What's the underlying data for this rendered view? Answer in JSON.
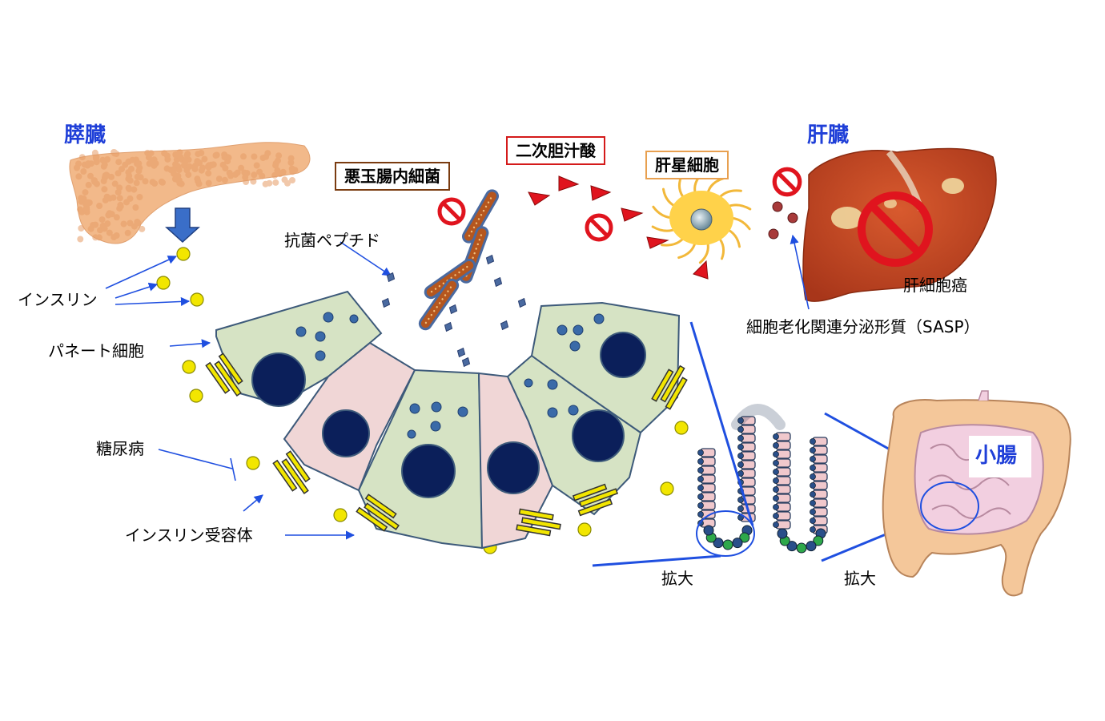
{
  "organs": {
    "pancreas": "膵臓",
    "liver": "肝臓",
    "small_intestine": "小腸"
  },
  "labels": {
    "insulin": "インスリン",
    "paneth_cell": "パネート細胞",
    "diabetes": "糖尿病",
    "insulin_receptor": "インスリン受容体",
    "antimicrobial_peptide": "抗菌ペプチド",
    "bad_bacteria": "悪玉腸内細菌",
    "secondary_bile_acid": "二次胆汁酸",
    "hepatic_stellate_cell": "肝星細胞",
    "hcc": "肝細胞癌",
    "sasp": "細胞老化関連分泌形質（SASP）",
    "enlarge_1": "拡大",
    "enlarge_2": "拡大"
  },
  "colors": {
    "organ_label": "#1f3fd8",
    "arrow_blue": "#1f4fe0",
    "paneth_cell_fill": "#d6e3c4",
    "enterocyte_fill": "#f0d6d6",
    "nucleus": "#0b1f5a",
    "granule": "#3a6aa8",
    "insulin": "#f2e600",
    "receptor": "#f2e600",
    "bacteria": "#b5561e",
    "bile_acid": "#e0141e",
    "stellate_cell": "#ffd24a",
    "pancreas": "#f2b98a",
    "liver": "#c94a24",
    "prohibit_red": "#e0141e",
    "bad_bacteria_border": "#7a3b10",
    "bile_acid_border": "#d41a1a",
    "stellate_border": "#e8a050"
  },
  "icons": [
    "prohibition-icon",
    "down-arrow-icon"
  ]
}
